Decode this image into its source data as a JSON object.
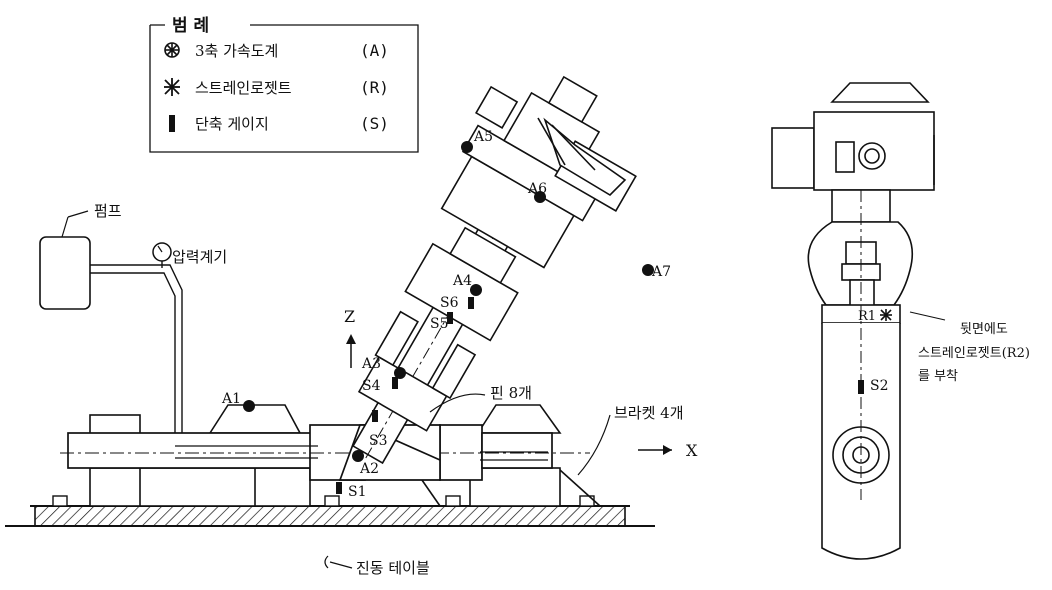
{
  "legend": {
    "title": "범 례",
    "items": [
      {
        "label": "3축 가속도계",
        "code": "(A)",
        "icon": "triaxial-accelerometer-icon"
      },
      {
        "label": "스트레인로젯트",
        "code": "(R)",
        "icon": "strain-rosette-icon"
      },
      {
        "label": "단축 게이지",
        "code": "(S)",
        "icon": "uniaxial-gauge-icon"
      }
    ]
  },
  "labels": {
    "pump": "펌프",
    "pressure_gauge": "압력계기",
    "pins": "핀 8개",
    "brackets": "브라켓 4개",
    "shake_table": "진동 테이블",
    "x_axis": "X",
    "z_axis": "Z",
    "back_note_1": "뒷면에도",
    "back_note_2": "스트레인로젯트(R2)",
    "back_note_3": "를 부착"
  },
  "sensors": {
    "a1": "A1",
    "a2": "A2",
    "a3": "A3",
    "a4": "A4",
    "a5": "A5",
    "a6": "A6",
    "a7": "A7",
    "s1": "S1",
    "s2": "S2",
    "s3": "S3",
    "s4": "S4",
    "s5": "S5",
    "s6": "S6",
    "r1": "R1"
  },
  "colors": {
    "ink": "#111111",
    "paper": "#ffffff"
  }
}
